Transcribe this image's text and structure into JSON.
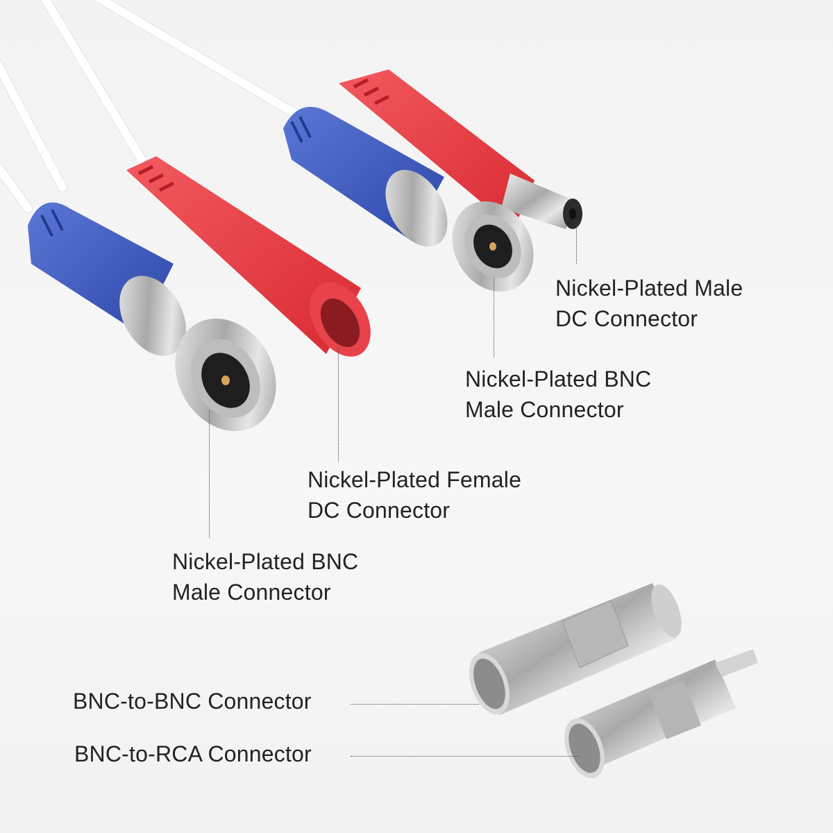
{
  "labels": {
    "male_dc": {
      "line1": "Nickel-Plated Male",
      "line2": "DC Connector"
    },
    "bnc_male_right": {
      "line1": "Nickel-Plated BNC",
      "line2": "Male Connector"
    },
    "female_dc": {
      "line1": "Nickel-Plated Female",
      "line2": "DC Connector"
    },
    "bnc_male_left": {
      "line1": "Nickel-Plated BNC",
      "line2": "Male Connector"
    },
    "bnc_to_bnc": "BNC-to-BNC Connector",
    "bnc_to_rca": "BNC-to-RCA Connector"
  },
  "colors": {
    "background": "#f4f4f4",
    "cable": "#ffffff",
    "dc_red": "#e8343c",
    "bnc_blue": "#3d5cc4",
    "nickel": "#c9c9c9",
    "text": "#222222"
  }
}
